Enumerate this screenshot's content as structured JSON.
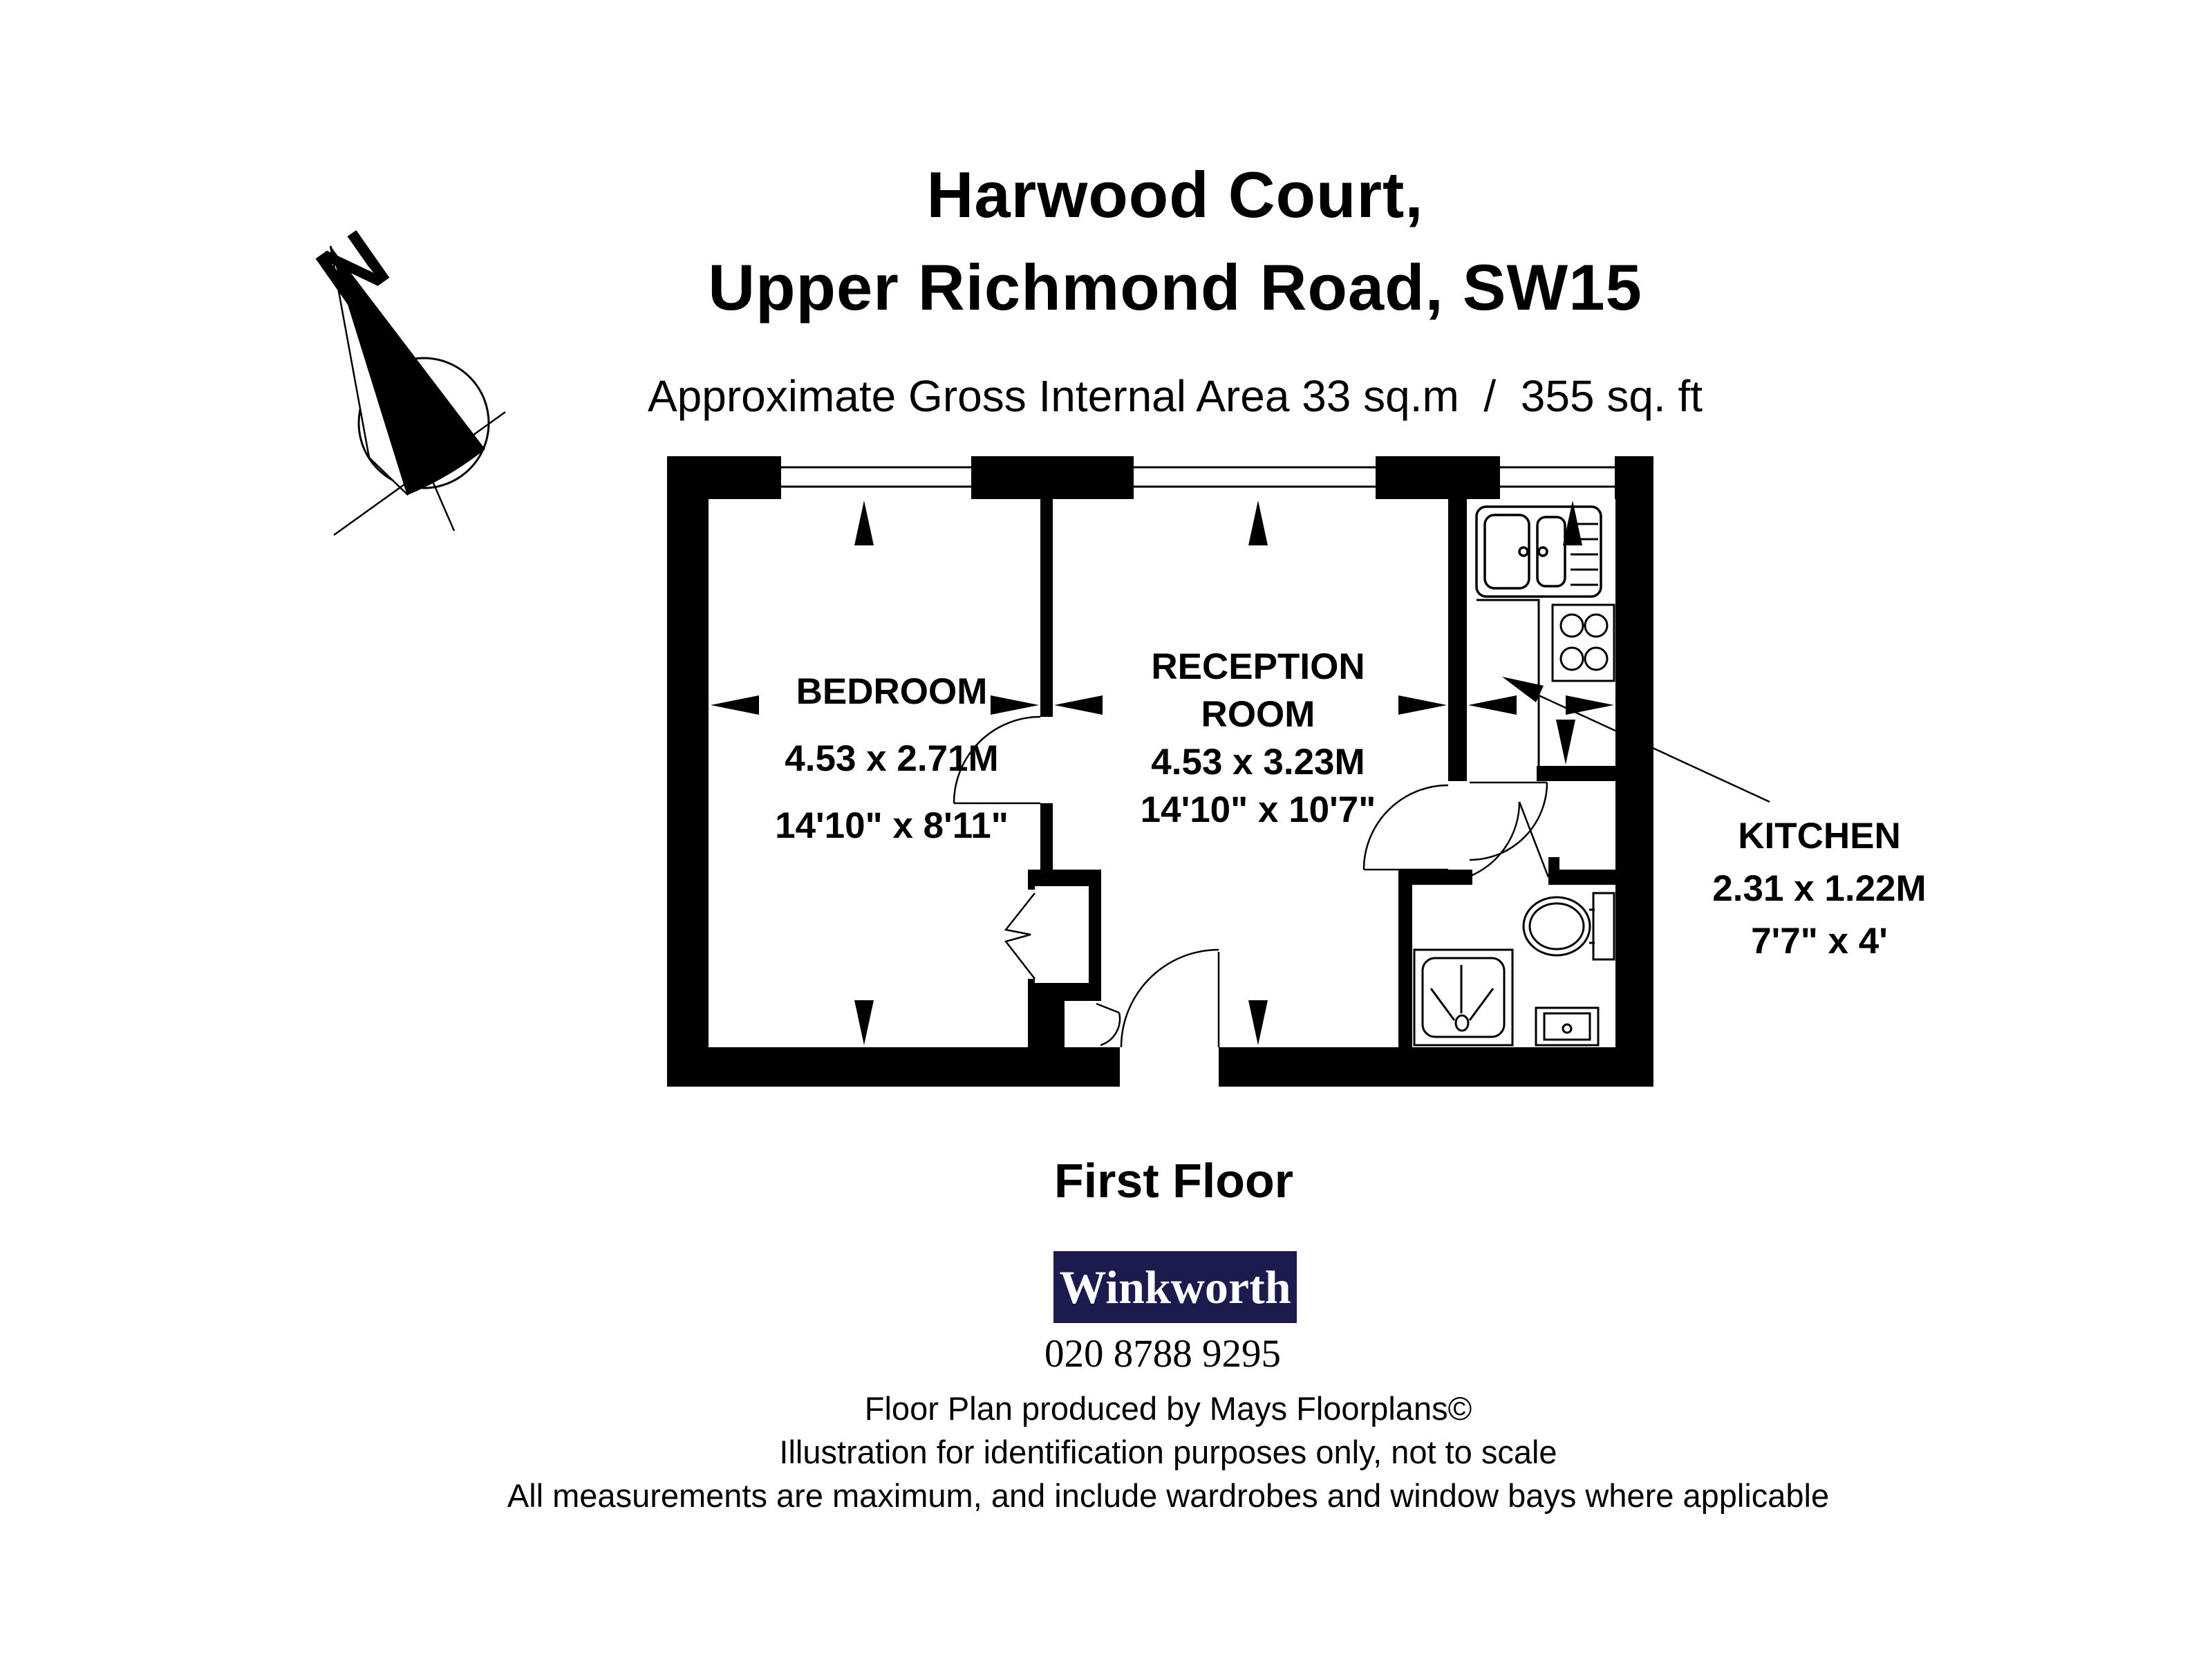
{
  "title": {
    "line1": "Harwood Court,",
    "line2": "Upper Richmond Road, SW15",
    "subtitle": "Approximate Gross Internal Area 33 sq.m  /  355 sq. ft"
  },
  "compass": {
    "label": "N"
  },
  "rooms": {
    "bedroom": {
      "name": "BEDROOM",
      "metric": "4.53 x 2.71M",
      "imperial": "14'10\" x 8'11\""
    },
    "reception": {
      "line1": "RECEPTION",
      "line2": "ROOM",
      "metric": "4.53 x 3.23M",
      "imperial": "14'10\" x 10'7\""
    },
    "kitchen": {
      "name": "KITCHEN",
      "metric": "2.31 x 1.22M",
      "imperial": "7'7\" x 4'"
    }
  },
  "floor_label": "First Floor",
  "branding": {
    "agency": "Winkworth",
    "phone": "020 8788 9295",
    "brand_color": "#1b1b4d"
  },
  "footer": {
    "line1": "Floor Plan produced by Mays Floorplans©",
    "line2": "Illustration for identification purposes only, not to scale",
    "line3": "All measurements are maximum, and include wardrobes and window bays where applicable"
  }
}
